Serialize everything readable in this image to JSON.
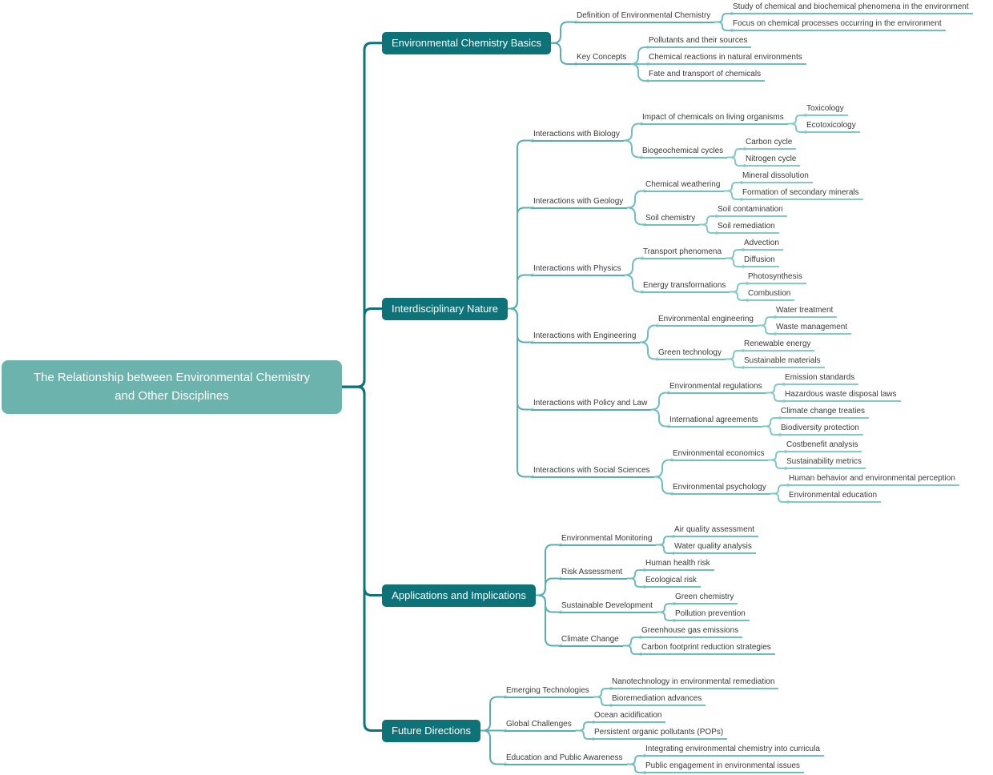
{
  "mindmap": {
    "palette": {
      "background": "#ffffff",
      "root_fill": "#6cb3ad",
      "branch_fill": "#0d7378",
      "text_dark": "#3a3a3a",
      "text_light": "#ffffff",
      "link_l1": "#0d7378",
      "link_l2": "#58aeb1",
      "link_l3": "#6fbec0",
      "link_l4": "#82c9c8",
      "tick": "#aedbda"
    },
    "root": {
      "label": "The Relationship between Environmental Chemistry and Other Disciplines",
      "children": [
        {
          "label": "Environmental Chemistry Basics",
          "children": [
            {
              "label": "Definition of Environmental Chemistry",
              "children": [
                {
                  "label": "Study of chemical and biochemical phenomena in the environment"
                },
                {
                  "label": "Focus on chemical processes occurring in the environment"
                }
              ]
            },
            {
              "label": "Key Concepts",
              "children": [
                {
                  "label": "Pollutants and their sources"
                },
                {
                  "label": "Chemical reactions in natural environments"
                },
                {
                  "label": "Fate and transport of chemicals"
                }
              ]
            }
          ]
        },
        {
          "label": "Interdisciplinary Nature",
          "children": [
            {
              "label": "Interactions with Biology",
              "children": [
                {
                  "label": "Impact of chemicals on living organisms",
                  "children": [
                    {
                      "label": "Toxicology"
                    },
                    {
                      "label": "Ecotoxicology"
                    }
                  ]
                },
                {
                  "label": "Biogeochemical cycles",
                  "children": [
                    {
                      "label": "Carbon cycle"
                    },
                    {
                      "label": "Nitrogen cycle"
                    }
                  ]
                }
              ]
            },
            {
              "label": "Interactions with Geology",
              "children": [
                {
                  "label": "Chemical weathering",
                  "children": [
                    {
                      "label": "Mineral dissolution"
                    },
                    {
                      "label": "Formation of secondary minerals"
                    }
                  ]
                },
                {
                  "label": "Soil chemistry",
                  "children": [
                    {
                      "label": "Soil contamination"
                    },
                    {
                      "label": "Soil remediation"
                    }
                  ]
                }
              ]
            },
            {
              "label": "Interactions with Physics",
              "children": [
                {
                  "label": "Transport phenomena",
                  "children": [
                    {
                      "label": "Advection"
                    },
                    {
                      "label": "Diffusion"
                    }
                  ]
                },
                {
                  "label": "Energy transformations",
                  "children": [
                    {
                      "label": "Photosynthesis"
                    },
                    {
                      "label": "Combustion"
                    }
                  ]
                }
              ]
            },
            {
              "label": "Interactions with Engineering",
              "children": [
                {
                  "label": "Environmental engineering",
                  "children": [
                    {
                      "label": "Water treatment"
                    },
                    {
                      "label": "Waste management"
                    }
                  ]
                },
                {
                  "label": "Green technology",
                  "children": [
                    {
                      "label": "Renewable energy"
                    },
                    {
                      "label": "Sustainable materials"
                    }
                  ]
                }
              ]
            },
            {
              "label": "Interactions with Policy and Law",
              "children": [
                {
                  "label": "Environmental regulations",
                  "children": [
                    {
                      "label": "Emission standards"
                    },
                    {
                      "label": "Hazardous waste disposal laws"
                    }
                  ]
                },
                {
                  "label": "International agreements",
                  "children": [
                    {
                      "label": "Climate change treaties"
                    },
                    {
                      "label": "Biodiversity protection"
                    }
                  ]
                }
              ]
            },
            {
              "label": "Interactions with Social Sciences",
              "children": [
                {
                  "label": "Environmental economics",
                  "children": [
                    {
                      "label": "Costbenefit analysis"
                    },
                    {
                      "label": "Sustainability metrics"
                    }
                  ]
                },
                {
                  "label": "Environmental psychology",
                  "children": [
                    {
                      "label": "Human behavior and environmental perception"
                    },
                    {
                      "label": "Environmental education"
                    }
                  ]
                }
              ]
            }
          ]
        },
        {
          "label": "Applications and Implications",
          "children": [
            {
              "label": "Environmental Monitoring",
              "children": [
                {
                  "label": "Air quality assessment"
                },
                {
                  "label": "Water quality analysis"
                }
              ]
            },
            {
              "label": "Risk Assessment",
              "children": [
                {
                  "label": "Human health risk"
                },
                {
                  "label": "Ecological risk"
                }
              ]
            },
            {
              "label": "Sustainable Development",
              "children": [
                {
                  "label": "Green chemistry"
                },
                {
                  "label": "Pollution prevention"
                }
              ]
            },
            {
              "label": "Climate Change",
              "children": [
                {
                  "label": "Greenhouse gas emissions"
                },
                {
                  "label": "Carbon footprint reduction strategies"
                }
              ]
            }
          ]
        },
        {
          "label": "Future Directions",
          "children": [
            {
              "label": "Emerging Technologies",
              "children": [
                {
                  "label": "Nanotechnology in environmental remediation"
                },
                {
                  "label": "Bioremediation advances"
                }
              ]
            },
            {
              "label": "Global Challenges",
              "children": [
                {
                  "label": "Ocean acidification"
                },
                {
                  "label": "Persistent organic pollutants (POPs)"
                }
              ]
            },
            {
              "label": "Education and Public Awareness",
              "children": [
                {
                  "label": "Integrating environmental chemistry into curricula"
                },
                {
                  "label": "Public engagement in environmental issues"
                }
              ]
            }
          ]
        }
      ]
    }
  }
}
